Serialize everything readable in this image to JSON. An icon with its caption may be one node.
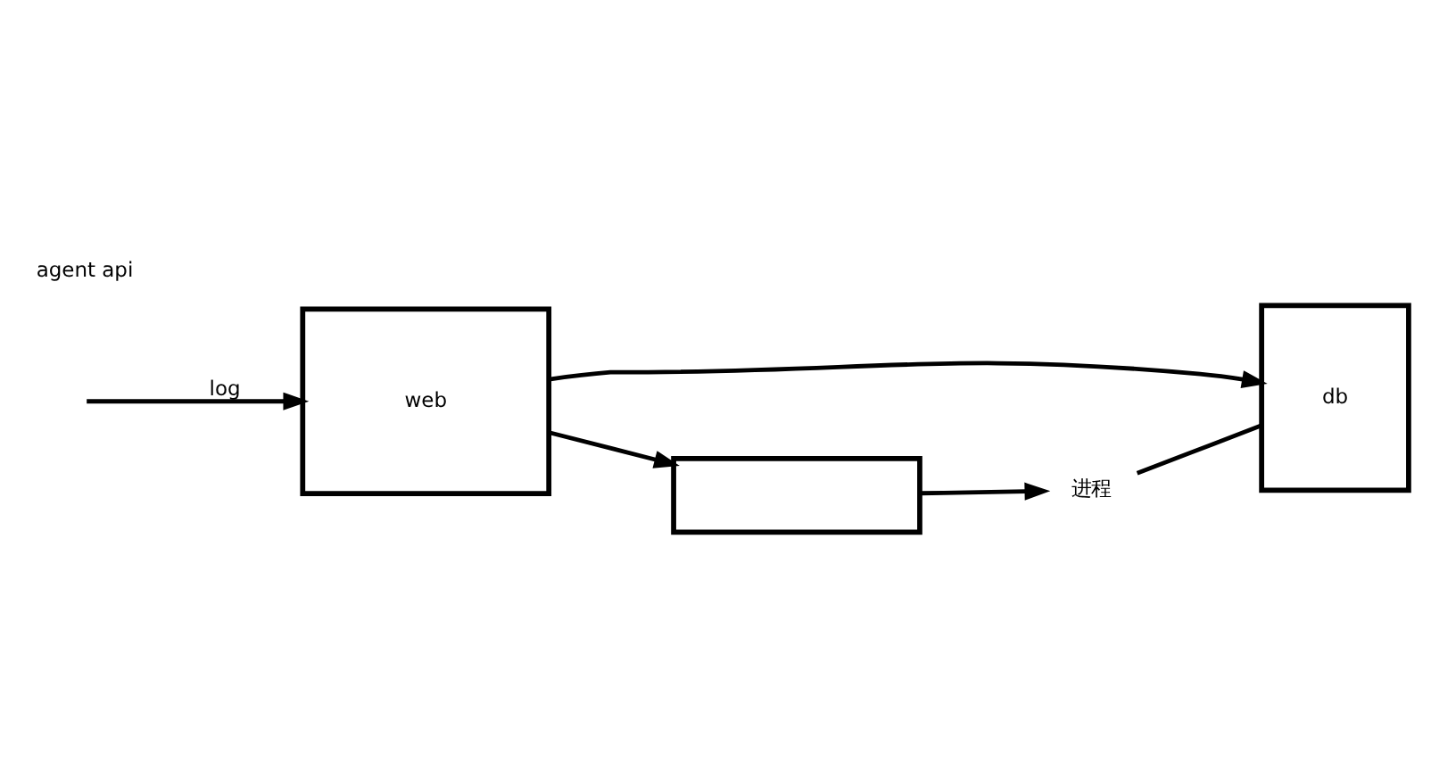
{
  "diagram": {
    "nodes": [
      {
        "text": [
          "web"
        ]
      },
      {
        "text": [
          "db"
        ]
      },
      {
        "text": [],
        "shape": "box"
      },
      {
        "text": [
          "进程"
        ]
      }
    ],
    "edges": [
      {
        "from": null,
        "to": 0,
        "arrow": "to",
        "label": "log"
      },
      {
        "from": 0,
        "to": 1,
        "arrow": "to"
      },
      {
        "from": 0,
        "to": 2,
        "arrow": "to"
      },
      {
        "from": 2,
        "to": 3,
        "arrow": "to"
      },
      {
        "from": 3,
        "to": 1,
        "arrow": "none"
      }
    ],
    "labels": [
      "agent api"
    ]
  }
}
